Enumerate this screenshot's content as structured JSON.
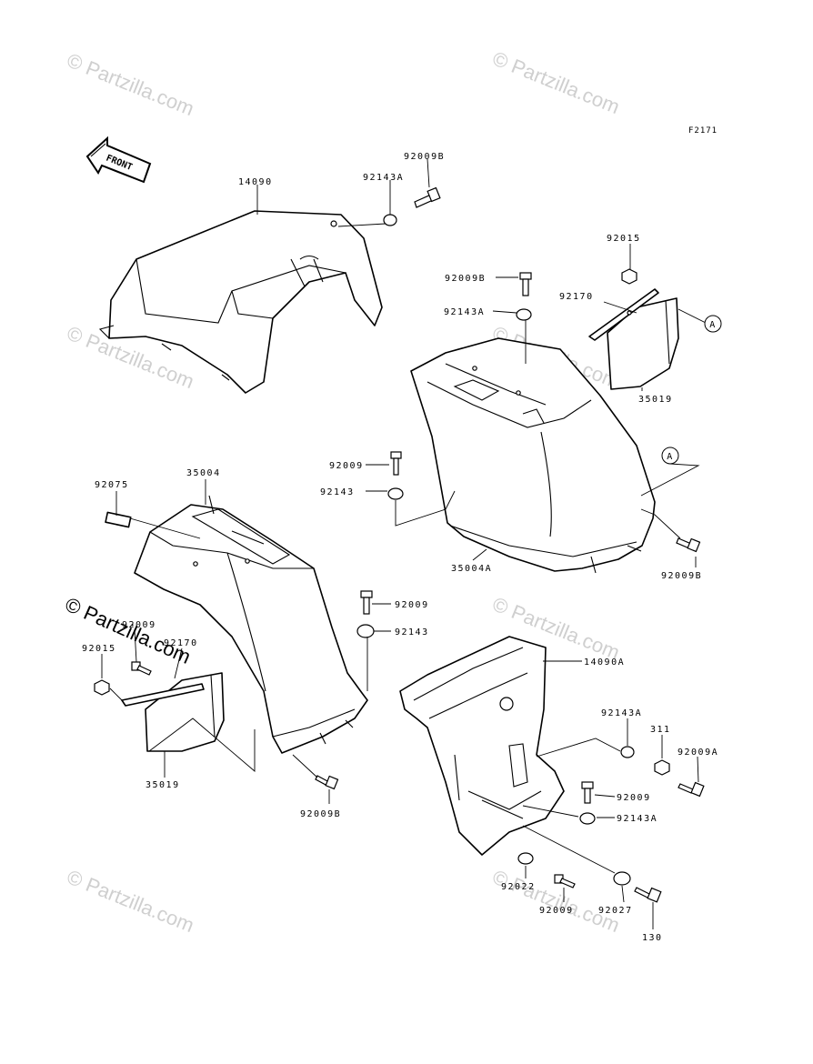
{
  "figure_code": "F2171",
  "front_label": "FRONT",
  "watermark": "© Partzilla.com",
  "copyright_label": "© Partzilla.com",
  "callout_a": "A",
  "part_labels": {
    "p14090": "14090",
    "p92143A_top": "92143A",
    "p92009B_top": "92009B",
    "p92015_right": "92015",
    "p92009B_mid": "92009B",
    "p92170_right": "92170",
    "p92143A_mid": "92143A",
    "p35019_right": "35019",
    "p92009_mid": "92009",
    "p92143_mid": "92143",
    "p35004A": "35004A",
    "p92009B_right": "92009B",
    "p92075": "92075",
    "p35004": "35004",
    "p92009_center": "92009",
    "p92143_center": "92143",
    "p92009_left": "92009",
    "p92170_left": "92170",
    "p92015_left": "92015",
    "p35019_left": "35019",
    "p92009B_bottom": "92009B",
    "p14090A": "14090A",
    "p92143A_bottom": "92143A",
    "p311": "311",
    "p92009A": "92009A",
    "p92009_lower": "92009",
    "p92143A_lower": "92143A",
    "p92022": "92022",
    "p92009_bottom": "92009",
    "p92027": "92027",
    "p130": "130"
  }
}
